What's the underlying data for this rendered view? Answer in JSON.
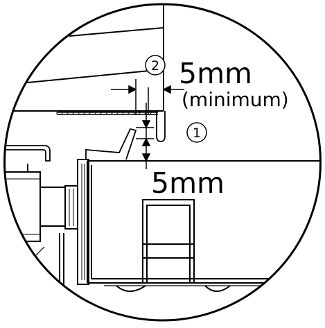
{
  "labels": {
    "marker_2": "2",
    "marker_1": "1",
    "gap_top": "5mm",
    "gap_top_note": "(minimum)",
    "gap_bottom": "5mm"
  },
  "colors": {
    "ink": "#000000",
    "paper": "#ffffff"
  }
}
